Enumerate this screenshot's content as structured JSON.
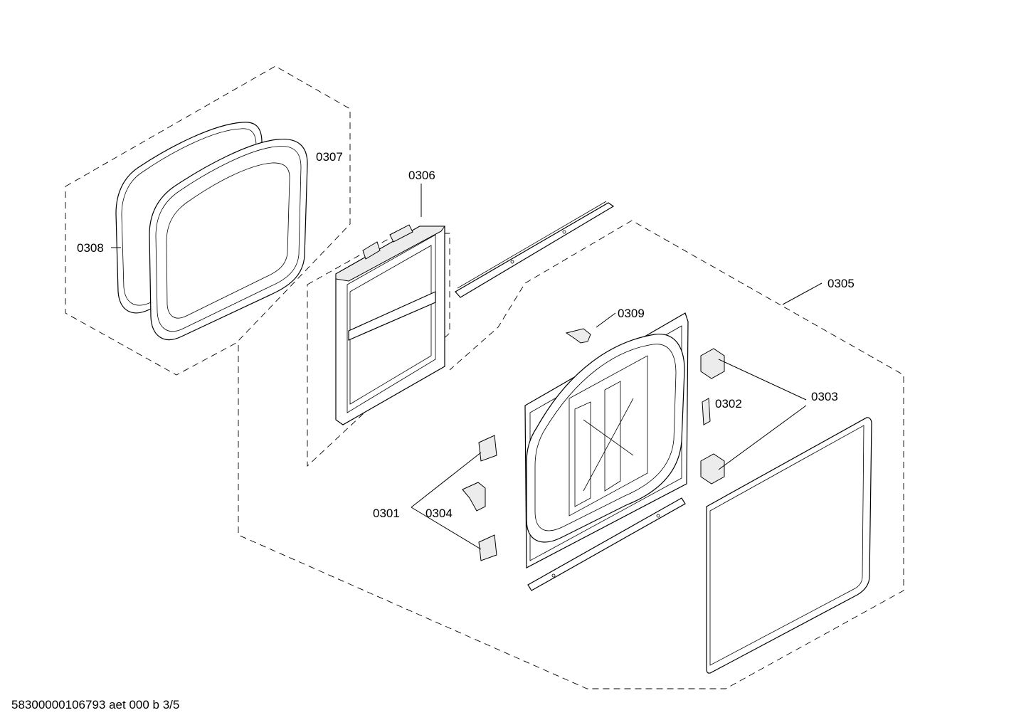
{
  "diagram": {
    "labels": {
      "p0301": "0301",
      "p0302": "0302",
      "p0303": "0303",
      "p0304": "0304",
      "p0305": "0305",
      "p0306": "0306",
      "p0307": "0307",
      "p0308": "0308",
      "p0309": "0309"
    },
    "footer": "58300000106793 aet 000 b 3/5"
  },
  "colors": {
    "line": "#000000",
    "background": "#ffffff",
    "part_shade": "#ececec"
  }
}
